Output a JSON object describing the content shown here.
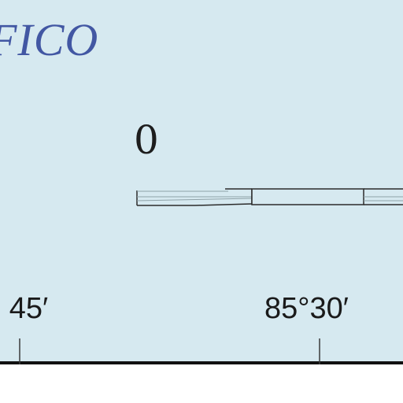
{
  "map": {
    "ocean_label": "FICO",
    "scale_zero": "0",
    "longitude_labels": {
      "left": "° 45′",
      "right": "85°30′"
    },
    "colors": {
      "water": "#d6e9f0",
      "label": "#4257a3",
      "frame": "#111111"
    }
  }
}
